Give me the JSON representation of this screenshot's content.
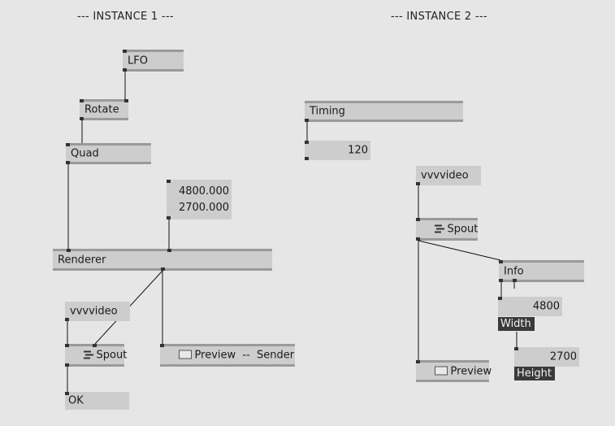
{
  "titles": {
    "instance1": "--- INSTANCE 1 ---",
    "instance2": "--- INSTANCE 2 ---"
  },
  "nodes": {
    "lfo": "LFO",
    "rotate": "Rotate",
    "quad": "Quad",
    "renderer": "Renderer",
    "vvvvideo1": "vvvvideo",
    "spout1": "Spout",
    "preview_sender": "Preview  --  Sender",
    "timing": "Timing",
    "vvvvideo2": "vvvvideo",
    "spout2": "Spout",
    "info": "Info",
    "preview2": "Preview"
  },
  "values": {
    "size_x": "4800.000",
    "size_y": "2700.000",
    "timing_value": "120",
    "width_value": "4800",
    "height_value": "2700",
    "ok_value": "OK"
  },
  "labels": {
    "width": "Width",
    "height": "Height"
  },
  "icons": {
    "preview": "preview-window-icon",
    "spout": "spout-stack-icon"
  },
  "colors": {
    "background": "#e6e6e6",
    "node_fill": "#cdcdcd",
    "node_bar": "#9a9a9a",
    "pin": "#333333",
    "label_tag": "#3a3a3a"
  }
}
